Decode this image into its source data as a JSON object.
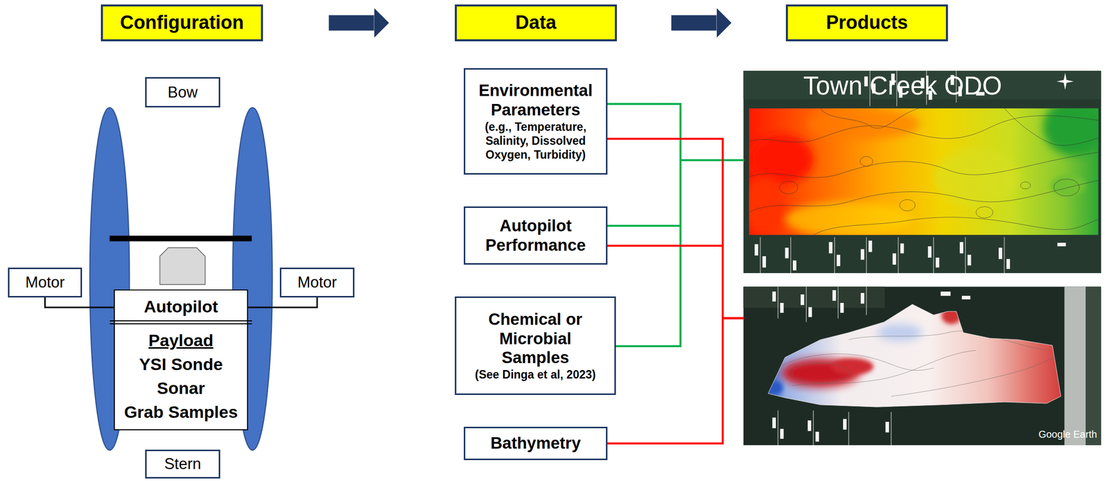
{
  "diagram": {
    "nodes": [
      {
        "text": [
          "Configuration"
        ]
      },
      {
        "text": [
          "Data"
        ]
      },
      {
        "text": [
          "Products"
        ]
      },
      {
        "text": [
          "Bow"
        ]
      },
      {
        "text": [
          "Motor"
        ]
      },
      {
        "text": [
          "Autopilot",
          "Payload",
          "YSI Sonde",
          "Sonar",
          "Grab Samples"
        ]
      },
      {
        "text": [
          "Motor"
        ]
      },
      {
        "text": [
          "Stern"
        ]
      },
      {
        "text": [
          "Environmental Parameters",
          "(e.g., Temperature, Salinity, Dissolved Oxygen, Turbidity)"
        ]
      },
      {
        "text": [
          "Autopilot Performance"
        ]
      },
      {
        "text": [
          "Chemical or Microbial Samples",
          "(See Dinga et al, 2023)"
        ]
      },
      {
        "text": [
          "Bathymetry"
        ]
      },
      {
        "text": [
          "Town Creek ODO"
        ]
      },
      {
        "text": [
          "Google Earth"
        ]
      }
    ],
    "edges": [
      {
        "from": 0,
        "to": 1,
        "arrow": "to"
      },
      {
        "from": 1,
        "to": 2,
        "arrow": "to"
      },
      {
        "from": 4,
        "to": 5,
        "arrow": "none"
      },
      {
        "from": 6,
        "to": 5,
        "arrow": "none"
      },
      {
        "from": 8,
        "to": 12,
        "arrow": "none"
      },
      {
        "from": 9,
        "to": 12,
        "arrow": "none"
      },
      {
        "from": 10,
        "to": 12,
        "arrow": "none"
      },
      {
        "from": 8,
        "to": 13,
        "arrow": "none"
      },
      {
        "from": 9,
        "to": 13,
        "arrow": "none"
      },
      {
        "from": 11,
        "to": 13,
        "arrow": "none"
      }
    ]
  }
}
